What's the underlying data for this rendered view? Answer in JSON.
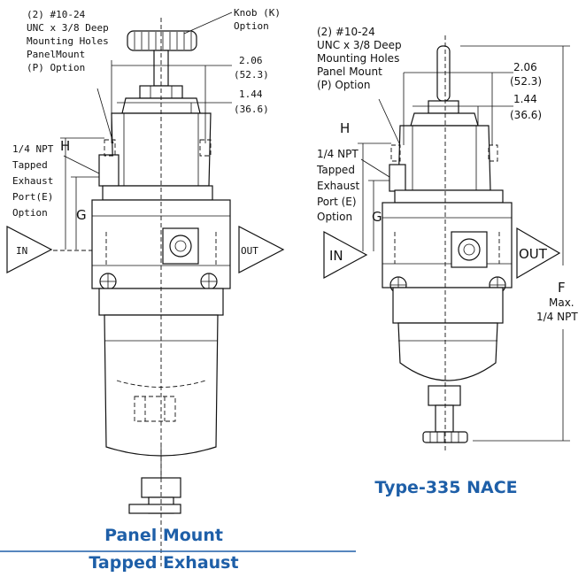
{
  "colors": {
    "caption": "#1e5fa8",
    "ink": "#111111",
    "rule": "#1e5fa8"
  },
  "left": {
    "holes": [
      "(2) #10-24",
      "UNC x 3/8 Deep",
      "Mounting Holes",
      "PanelMount",
      "(P) Option"
    ],
    "knob": [
      "Knob (K)",
      "Option"
    ],
    "dim_a": [
      "2.06",
      "(52.3)"
    ],
    "dim_b": [
      "1.44",
      "(36.6)"
    ],
    "exhaust": [
      "1/4 NPT",
      "Tapped",
      "Exhaust",
      "Port(E)",
      "Option"
    ],
    "h_label": "H",
    "g_label": "G",
    "in_label": "IN",
    "out_label": "OUT"
  },
  "right": {
    "holes": [
      "(2) #10-24",
      "UNC x 3/8 Deep",
      "Mounting Holes",
      "Panel Mount",
      "(P) Option"
    ],
    "dim_a": [
      "2.06",
      "(52.3)"
    ],
    "dim_b": [
      "1.44",
      "(36.6)"
    ],
    "exhaust": [
      "1/4 NPT",
      "Tapped",
      "Exhaust",
      "Port (E)",
      "Option"
    ],
    "h_label": "H",
    "g_label": "G",
    "in_label": "IN",
    "out_label": "OUT",
    "f_label": [
      "F",
      "Max.",
      "1/4 NPT"
    ]
  },
  "captions": {
    "panel_mount": "Panel Mount",
    "tapped_exhaust": "Tapped Exhaust",
    "type_nace": "Type-335 NACE"
  }
}
